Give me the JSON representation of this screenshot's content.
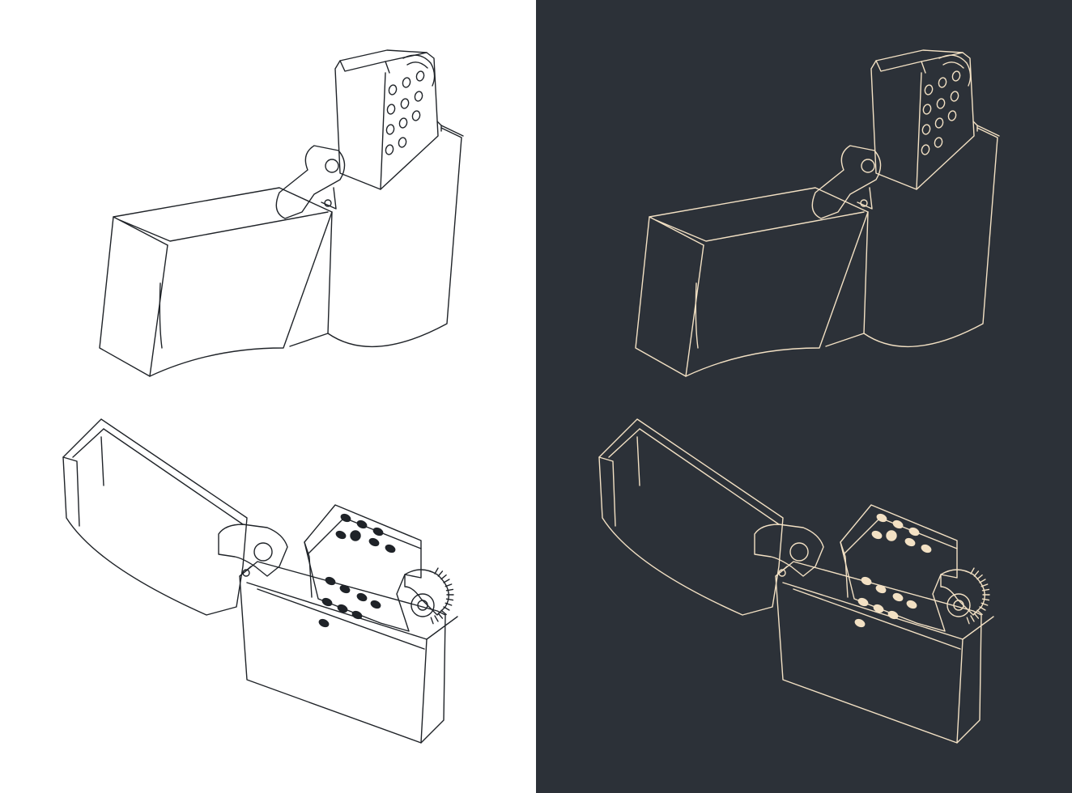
{
  "illustration": {
    "panels": [
      {
        "id": "light",
        "background": "#ffffff",
        "stroke": "#1f2328",
        "holes": "#1f2328",
        "pin": "#1f2328"
      },
      {
        "id": "dark",
        "background": "#2c3138",
        "stroke": "#f3e1c4",
        "holes": "#f3e1c4",
        "pin": "#f3e1c4"
      }
    ],
    "views": [
      "side-open-view",
      "front-open-view"
    ]
  }
}
